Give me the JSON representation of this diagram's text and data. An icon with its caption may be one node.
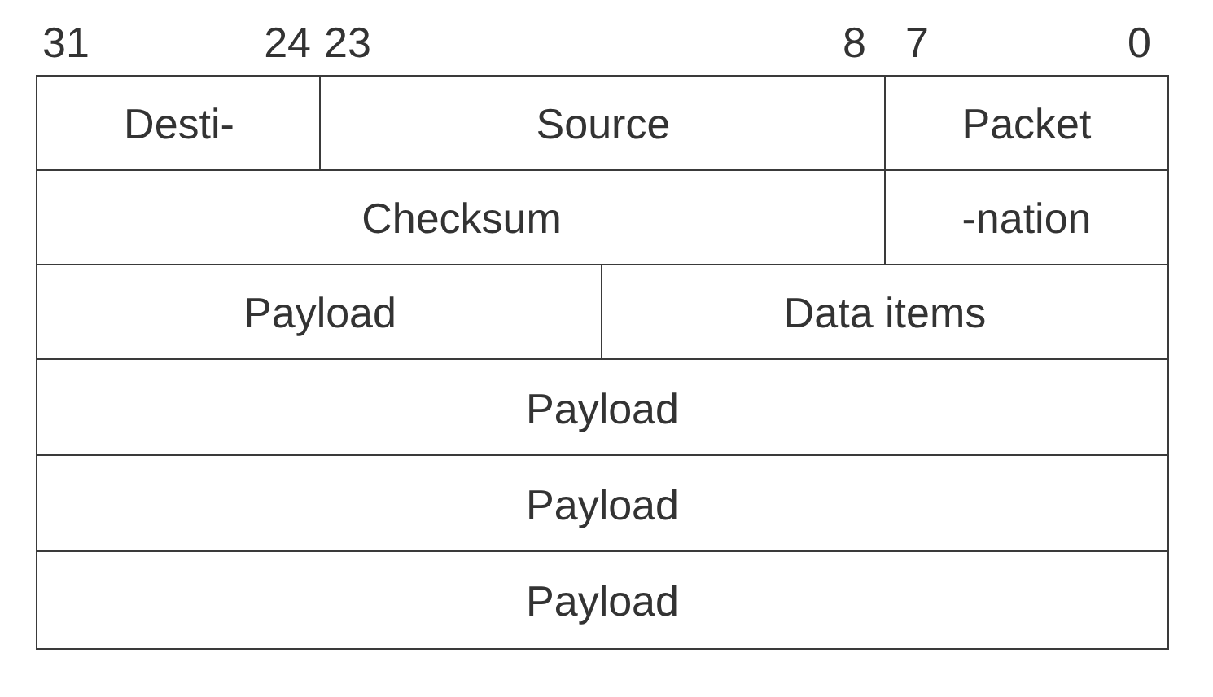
{
  "diagram": {
    "nodes": [
      {
        "text": [
          "Desti-"
        ]
      },
      {
        "text": [
          "Source"
        ]
      },
      {
        "text": [
          "Packet"
        ]
      },
      {
        "text": [
          "Checksum"
        ]
      },
      {
        "text": [
          "-nation"
        ]
      },
      {
        "text": [
          "Payload"
        ]
      },
      {
        "text": [
          "Data items"
        ]
      },
      {
        "text": [
          "Payload"
        ]
      },
      {
        "text": [
          "Payload"
        ]
      },
      {
        "text": [
          "Payload"
        ]
      }
    ],
    "edges": [],
    "labels": [
      "31",
      "24",
      "23",
      "8",
      "7",
      "0"
    ]
  }
}
